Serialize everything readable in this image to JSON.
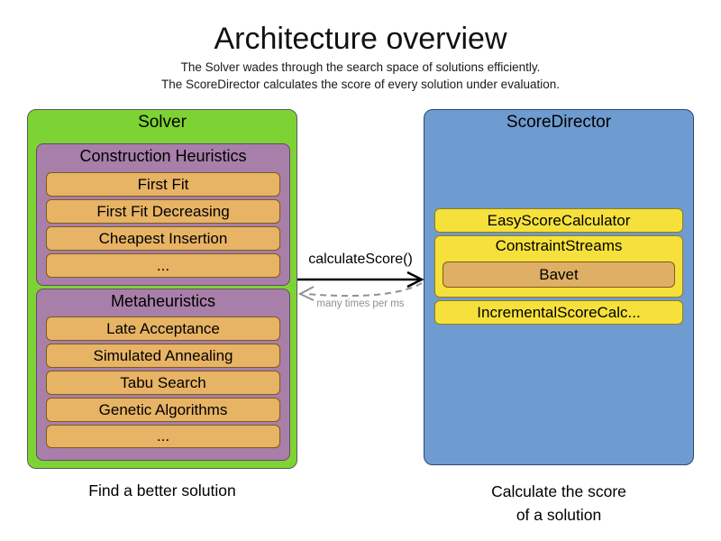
{
  "title": "Architecture overview",
  "subtitle_line1": "The Solver wades through the search space of solutions efficiently.",
  "subtitle_line2": "The ScoreDirector calculates the score of every solution under evaluation.",
  "solver": {
    "label": "Solver",
    "caption": "Find a better solution",
    "sections": [
      {
        "label": "Construction Heuristics",
        "items": [
          "First Fit",
          "First Fit Decreasing",
          "Cheapest Insertion",
          "..."
        ]
      },
      {
        "label": "Metaheuristics",
        "items": [
          "Late Acceptance",
          "Simulated Annealing",
          "Tabu Search",
          "Genetic Algorithms",
          "..."
        ]
      }
    ]
  },
  "score_director": {
    "label": "ScoreDirector",
    "caption_line1": "Calculate the score",
    "caption_line2": "of a solution",
    "easy_item": "EasyScoreCalculator",
    "constraint_streams_label": "ConstraintStreams",
    "bavet_item": "Bavet",
    "incremental_item": "IncrementalScoreCalc..."
  },
  "arrow": {
    "label": "calculateScore()",
    "sublabel": "many times per ms"
  },
  "colors": {
    "solver_green": "#7dd334",
    "section_purple": "#a77fa9",
    "item_orange": "#e7b365",
    "score_blue": "#6e9bd0",
    "item_yellow": "#f6e13c",
    "arrow_black": "#000000",
    "arrow_gray": "#8f8f8f"
  }
}
